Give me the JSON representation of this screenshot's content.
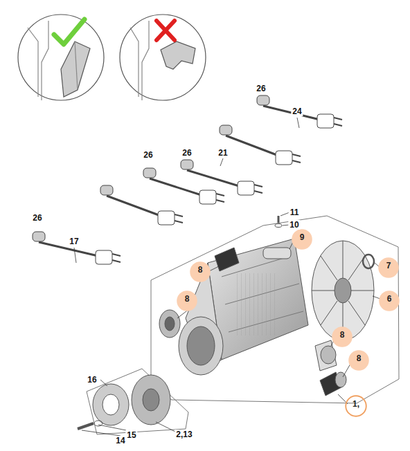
{
  "diagram": {
    "nodes": [
      {
        "text": [
          "9"
        ]
      },
      {
        "text": [
          "8"
        ]
      },
      {
        "text": [
          "7"
        ]
      },
      {
        "text": [
          "8"
        ]
      },
      {
        "text": [
          "6"
        ]
      },
      {
        "text": [
          "8"
        ]
      },
      {
        "text": [
          "8"
        ]
      },
      {
        "text": [
          "1,"
        ]
      }
    ],
    "labels": [
      "26",
      "24",
      "26",
      "21",
      "26",
      "11",
      "10",
      "26",
      "17",
      "16",
      "14",
      "15",
      "2,13"
    ]
  }
}
